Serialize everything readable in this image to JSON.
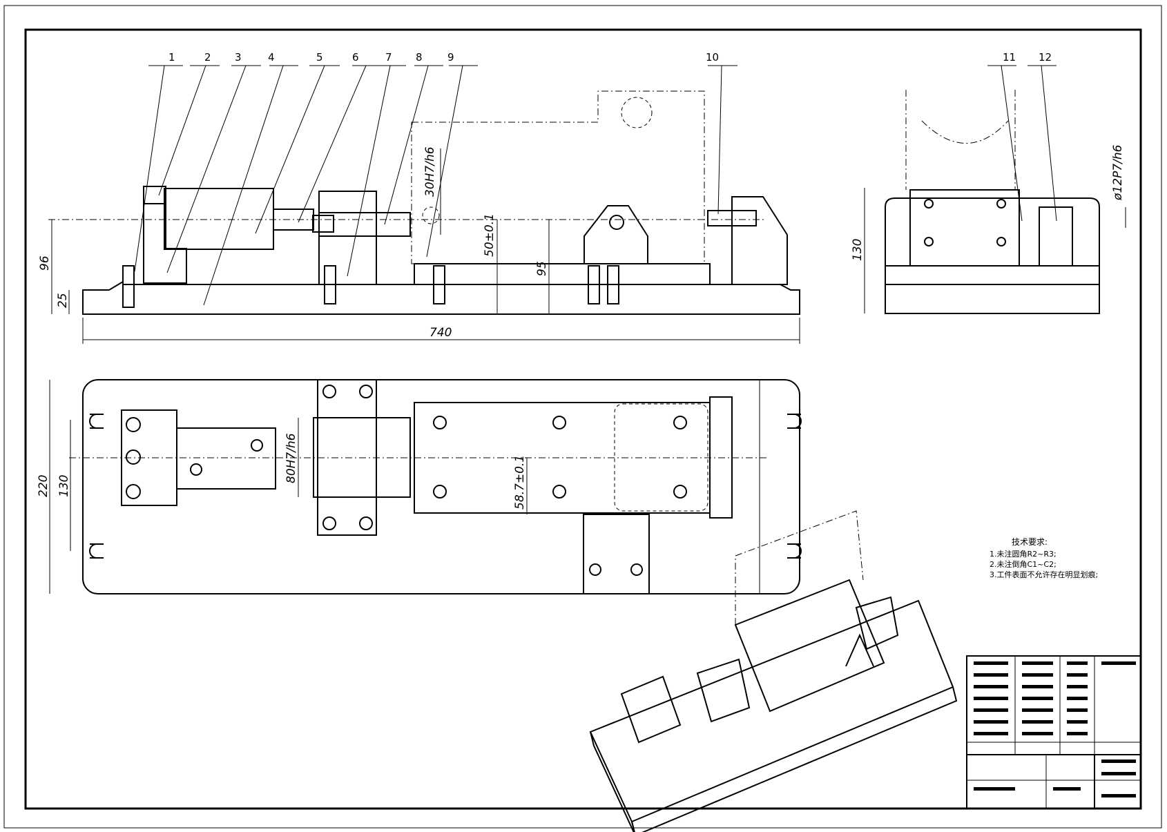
{
  "callouts": [
    "1",
    "2",
    "3",
    "4",
    "5",
    "6",
    "7",
    "8",
    "9",
    "10",
    "11",
    "12"
  ],
  "dimensions": {
    "d96": "96",
    "d25": "25",
    "d740": "740",
    "d30": "30H7/h6",
    "d50": "50±0.1",
    "d95": "95",
    "d130_side": "130",
    "d12": "ø12P7/h6",
    "d220": "220",
    "d130_top": "130",
    "d80": "80H7/h6",
    "d587": "58.7±0.1"
  },
  "notes": {
    "title": "技术要求:",
    "line1": "1.未注圆角R2~R3;",
    "line2": "2.未注倒角C1~C2;",
    "line3": "3.工件表面不允许存在明显划痕;"
  }
}
